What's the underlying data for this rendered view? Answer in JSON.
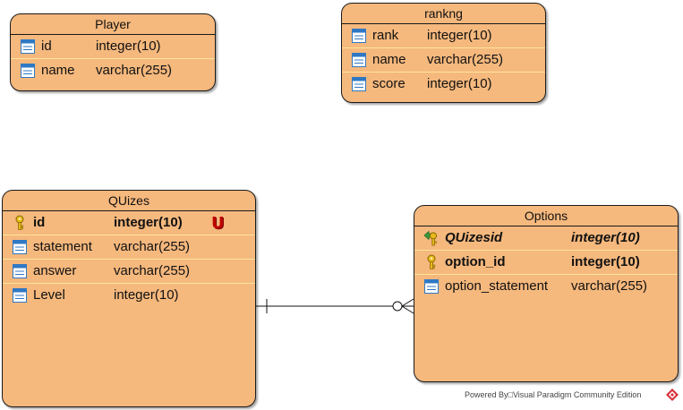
{
  "entities": {
    "player": {
      "title": "Player",
      "columns": [
        {
          "name": "id",
          "type": "integer(10)"
        },
        {
          "name": "name",
          "type": "varchar(255)"
        }
      ]
    },
    "rankng": {
      "title": "rankng",
      "columns": [
        {
          "name": "rank",
          "type": "integer(10)"
        },
        {
          "name": "name",
          "type": "varchar(255)"
        },
        {
          "name": "score",
          "type": "integer(10)"
        }
      ]
    },
    "quizes": {
      "title": "QUizes",
      "unique_marker": "U",
      "columns": [
        {
          "name": "id",
          "type": "integer(10)",
          "key": "primary-key-icon"
        },
        {
          "name": "statement",
          "type": "varchar(255)"
        },
        {
          "name": "answer",
          "type": "varchar(255)"
        },
        {
          "name": "Level",
          "type": "integer(10)"
        }
      ]
    },
    "options": {
      "title": "Options",
      "columns": [
        {
          "name": "QUizesid",
          "type": "integer(10)",
          "key": "foreign-key-icon"
        },
        {
          "name": "option_id",
          "type": "integer(10)",
          "key": "primary-key-icon"
        },
        {
          "name": "option_statement",
          "type": "varchar(255)"
        }
      ]
    }
  },
  "relationship": {
    "from": "QUizes",
    "to": "Options",
    "from_cardinality": "one",
    "to_cardinality": "zero-or-many"
  },
  "colors": {
    "entity_fill": "#f5b87d",
    "row_divider": "#ffe59a",
    "column_icon": "#2f78c4",
    "key_gold": "#e8b81c",
    "unique_red": "#c00000"
  },
  "footer": {
    "text": "Powered By□Visual Paradigm Community Edition"
  }
}
